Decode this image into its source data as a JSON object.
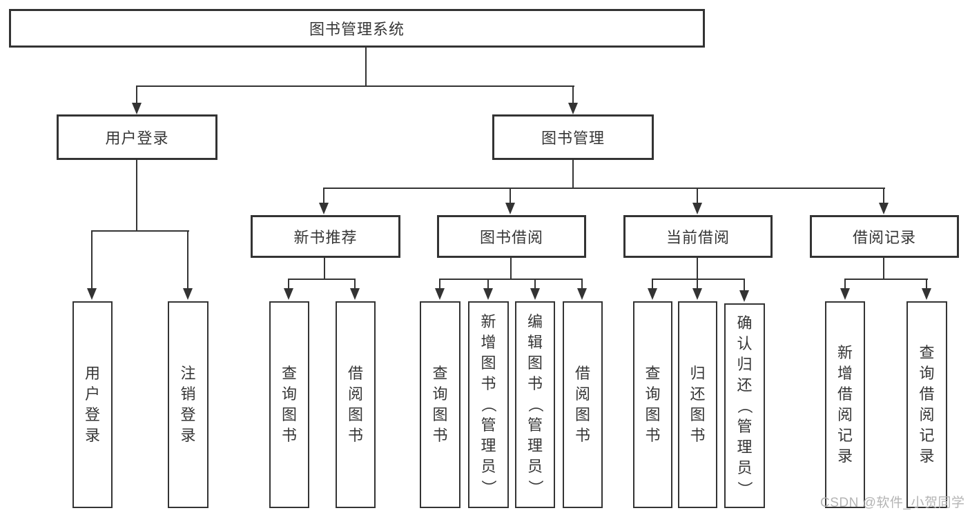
{
  "diagram": {
    "root": {
      "label": "图书管理系统"
    },
    "branches": [
      {
        "label": "用户登录",
        "children": [
          {
            "label": "用户登录"
          },
          {
            "label": "注销登录"
          }
        ]
      },
      {
        "label": "图书管理",
        "children": [
          {
            "label": "新书推荐",
            "children": [
              {
                "label": "查询图书"
              },
              {
                "label": "借阅图书"
              }
            ]
          },
          {
            "label": "图书借阅",
            "children": [
              {
                "label": "查询图书"
              },
              {
                "label": "新增图书（管理员）"
              },
              {
                "label": "编辑图书（管理员）"
              },
              {
                "label": "借阅图书"
              }
            ]
          },
          {
            "label": "当前借阅",
            "children": [
              {
                "label": "查询图书"
              },
              {
                "label": "归还图书"
              },
              {
                "label": "确认归还（管理员）"
              }
            ]
          },
          {
            "label": "借阅记录",
            "children": [
              {
                "label": "新增借阅记录"
              },
              {
                "label": "查询借阅记录"
              }
            ]
          }
        ]
      }
    ]
  },
  "watermark": {
    "text": "CSDN @软件_小贺同学"
  },
  "colors": {
    "line": "#333333",
    "text": "#363636",
    "watermark": "#b4b4b4",
    "background": "#ffffff"
  }
}
